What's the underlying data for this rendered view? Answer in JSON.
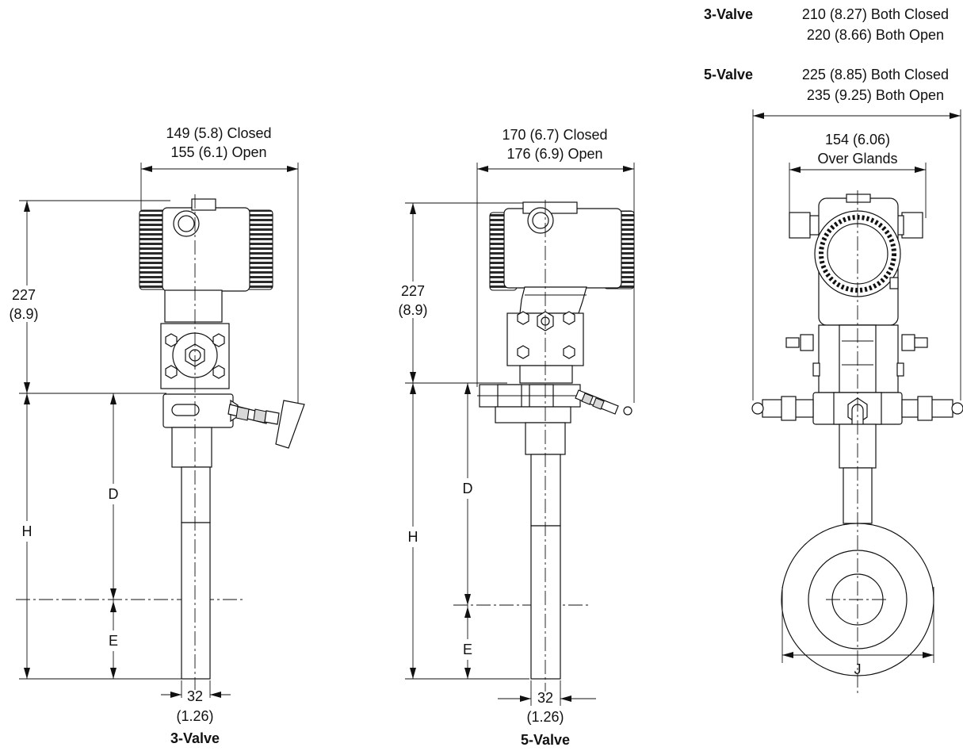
{
  "spec_block": {
    "three_valve": {
      "label": "3-Valve",
      "closed": "210 (8.27) Both Closed",
      "open": "220 (8.66) Both Open"
    },
    "five_valve": {
      "label": "5-Valve",
      "closed": "225 (8.85) Both Closed",
      "open": "235 (9.25) Both Open"
    }
  },
  "view_3valve": {
    "width_closed": "149 (5.8) Closed",
    "width_open": "155 (6.1) Open",
    "height_mm": "227",
    "height_in": "(8.9)",
    "dim_d": "D",
    "dim_h": "H",
    "dim_e": "E",
    "stem_mm": "32",
    "stem_in": "(1.26)",
    "caption": "3-Valve"
  },
  "view_5valve": {
    "width_closed": "170 (6.7) Closed",
    "width_open": "176 (6.9) Open",
    "height_mm": "227",
    "height_in": "(8.9)",
    "dim_d": "D",
    "dim_h": "H",
    "dim_e": "E",
    "stem_mm": "32",
    "stem_in": "(1.26)",
    "caption": "5-Valve"
  },
  "view_side": {
    "glands_mm": "154 (6.06)",
    "glands_label": "Over Glands",
    "dim_j": "J"
  }
}
